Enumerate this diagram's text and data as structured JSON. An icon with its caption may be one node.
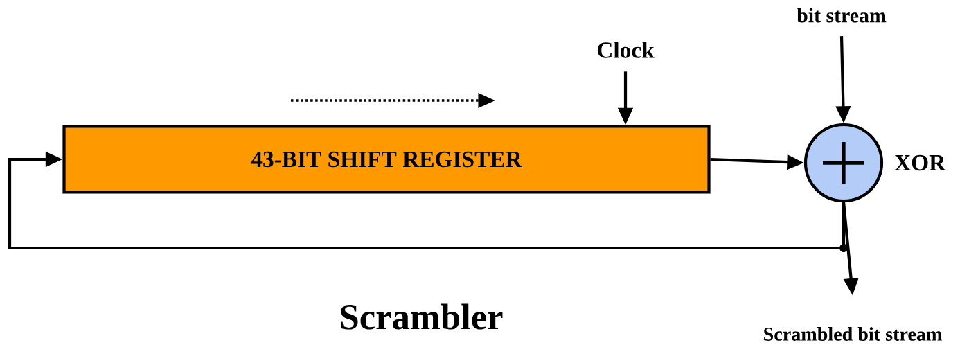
{
  "diagram": {
    "caption": "Scrambler",
    "nodes": [
      {
        "text": [
          "bit stream"
        ]
      },
      {
        "text": [
          "Clock"
        ]
      },
      {
        "text": [
          "43-BIT SHIFT REGISTER"
        ]
      },
      {
        "text": [],
        "shape": "circle",
        "beside": [
          "XOR"
        ]
      },
      {
        "text": [
          "Scrambled bit stream"
        ]
      }
    ],
    "edges": [
      {
        "from": 0,
        "to": 3,
        "arrow": "to"
      },
      {
        "from": 1,
        "to": 2,
        "arrow": "to"
      },
      {
        "from": 2,
        "to": 3,
        "arrow": "to"
      },
      {
        "from": 3,
        "to": 2,
        "arrow": "to"
      },
      {
        "from": 3,
        "to": 4,
        "arrow": "to"
      }
    ]
  }
}
